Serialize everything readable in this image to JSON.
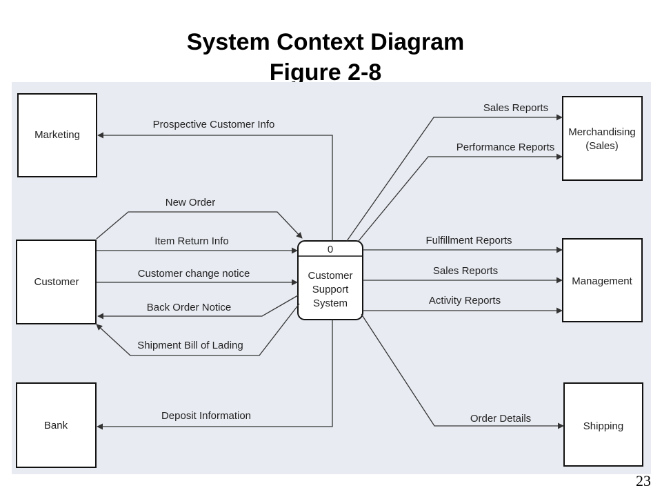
{
  "slide": {
    "title": "System Context Diagram",
    "subtitle": "Figure 2-8",
    "page_number": "23"
  },
  "diagram": {
    "process": {
      "number": "0",
      "name_lines": [
        "Customer",
        "Support",
        "System"
      ]
    },
    "entities": {
      "marketing": [
        "Marketing"
      ],
      "customer": [
        "Customer"
      ],
      "bank": [
        "Bank"
      ],
      "merchandising": [
        "Merchandising",
        "(Sales)"
      ],
      "management": [
        "Management"
      ],
      "shipping": [
        "Shipping"
      ]
    },
    "flows": {
      "prospective_customer_info": "Prospective Customer Info",
      "new_order": "New Order",
      "item_return_info": "Item Return Info",
      "customer_change_notice": "Customer change notice",
      "back_order_notice": "Back Order Notice",
      "shipment_bill_of_lading": "Shipment Bill of Lading",
      "deposit_information": "Deposit Information",
      "sales_reports_merch": "Sales Reports",
      "performance_reports": "Performance Reports",
      "fulfillment_reports": "Fulfillment Reports",
      "sales_reports_mgmt": "Sales Reports",
      "activity_reports": "Activity Reports",
      "order_details": "Order Details"
    }
  }
}
